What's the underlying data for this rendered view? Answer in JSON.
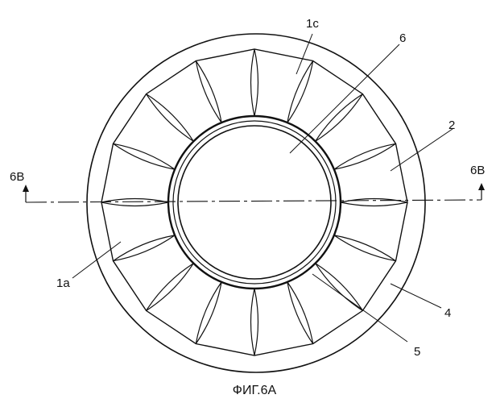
{
  "labels": {
    "l1c": "1c",
    "l6": "6",
    "l2": "2",
    "l6b_left": "6B",
    "l6b_right": "6B",
    "l1a": "1a",
    "l4": "4",
    "l5": "5"
  },
  "caption": "ФИГ.6А"
}
